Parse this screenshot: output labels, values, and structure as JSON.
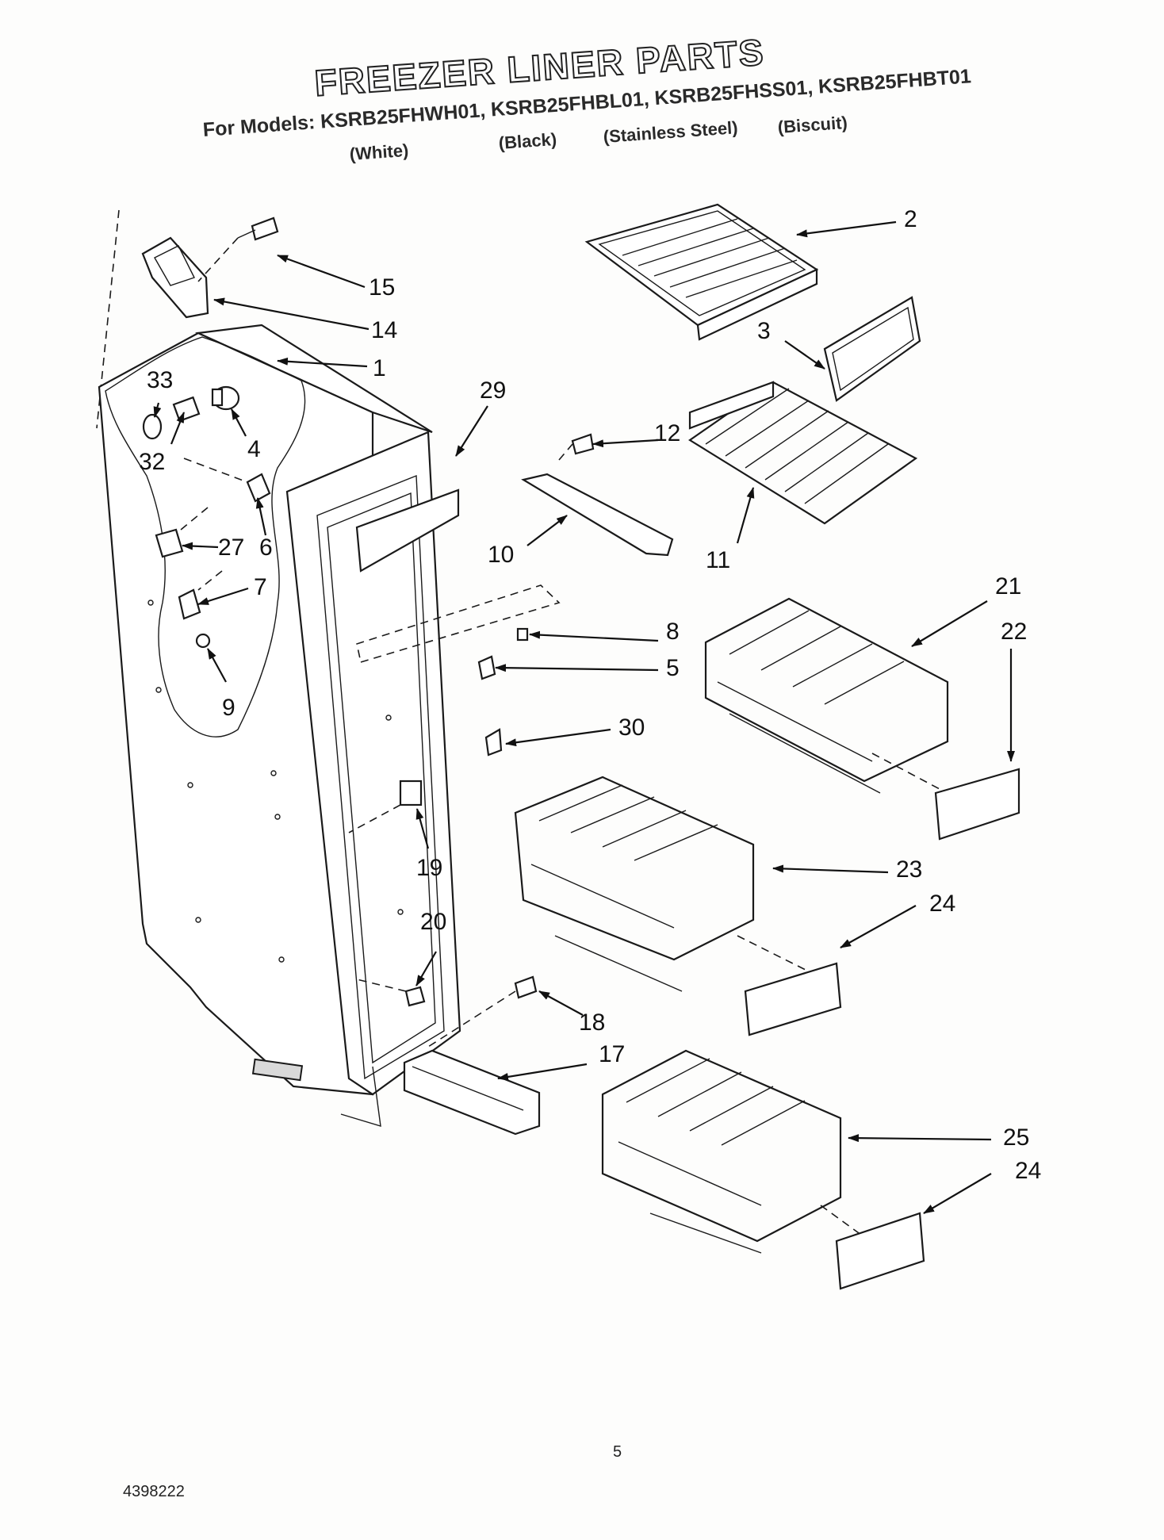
{
  "title": "FREEZER LINER PARTS",
  "models_line": "For Models: KSRB25FHWH01, KSRB25FHBL01, KSRB25FHSS01, KSRB25FHBT01",
  "variants": {
    "white": "(White)",
    "black": "(Black)",
    "stainless": "(Stainless Steel)",
    "biscuit": "(Biscuit)"
  },
  "callouts": {
    "c1": "1",
    "c2": "2",
    "c3": "3",
    "c4": "4",
    "c5": "5",
    "c6": "6",
    "c7": "7",
    "c8": "8",
    "c9": "9",
    "c10": "10",
    "c11": "11",
    "c12": "12",
    "c14": "14",
    "c15": "15",
    "c17": "17",
    "c18": "18",
    "c19": "19",
    "c20": "20",
    "c21": "21",
    "c22": "22",
    "c23": "23",
    "c24a": "24",
    "c24b": "24",
    "c25": "25",
    "c27": "27",
    "c29": "29",
    "c30": "30",
    "c32": "32",
    "c33": "33"
  },
  "footer": {
    "page_number": "5",
    "doc_number": "4398222"
  }
}
